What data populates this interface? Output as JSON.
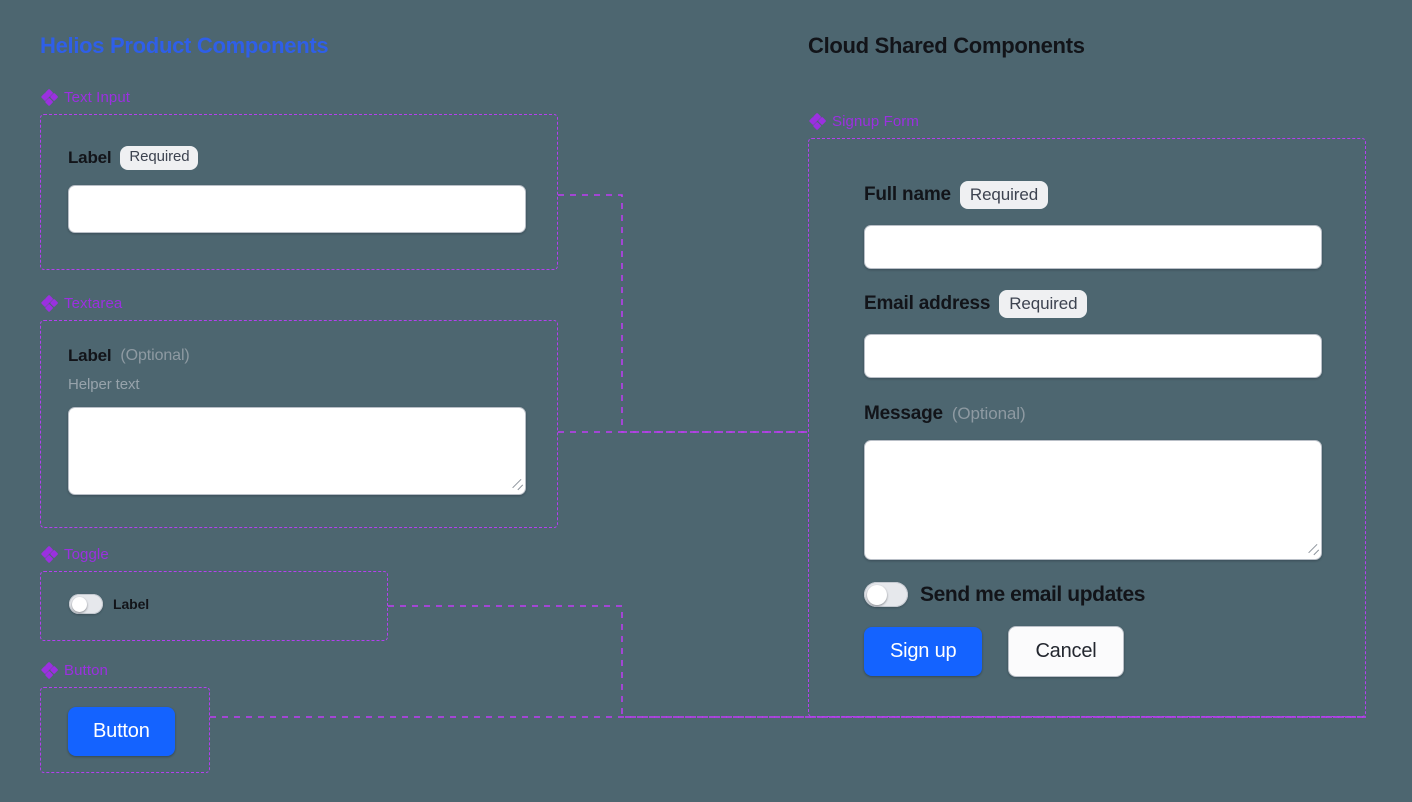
{
  "colors": {
    "background": "#4d6670",
    "left_title": "#2f5fe8",
    "right_title": "#121419",
    "section_accent": "#9b30e0",
    "card_border": "#b43ff0",
    "connector": "#c03cf5",
    "primary_button": "#1463ff",
    "badge_bg": "#eff0f2"
  },
  "left_column": {
    "title": "Helios Product Components",
    "sections": [
      {
        "icon": "diamond-cluster-icon",
        "name": "Text Input",
        "field": {
          "label": "Label",
          "badge": "Required",
          "input_value": "",
          "input_placeholder": ""
        }
      },
      {
        "icon": "diamond-cluster-icon",
        "name": "Textarea",
        "field": {
          "label": "Label",
          "optional_note": "(Optional)",
          "helper_text": "Helper text",
          "input_value": "",
          "input_placeholder": ""
        }
      },
      {
        "icon": "diamond-cluster-icon",
        "name": "Toggle",
        "field": {
          "label": "Label",
          "state": "off"
        }
      },
      {
        "icon": "diamond-cluster-icon",
        "name": "Button",
        "field": {
          "label": "Button"
        }
      }
    ]
  },
  "right_column": {
    "title": "Cloud Shared Components",
    "sections": [
      {
        "icon": "diamond-cluster-icon",
        "name": "Signup Form"
      }
    ],
    "form": {
      "full_name": {
        "label": "Full name",
        "badge": "Required",
        "value": "",
        "placeholder": ""
      },
      "email": {
        "label": "Email address",
        "badge": "Required",
        "value": "",
        "placeholder": ""
      },
      "message": {
        "label": "Message",
        "optional_note": "(Optional)",
        "value": "",
        "placeholder": ""
      },
      "email_updates_toggle": {
        "label": "Send me email updates",
        "state": "off"
      },
      "submit_button": "Sign up",
      "cancel_button": "Cancel"
    }
  }
}
